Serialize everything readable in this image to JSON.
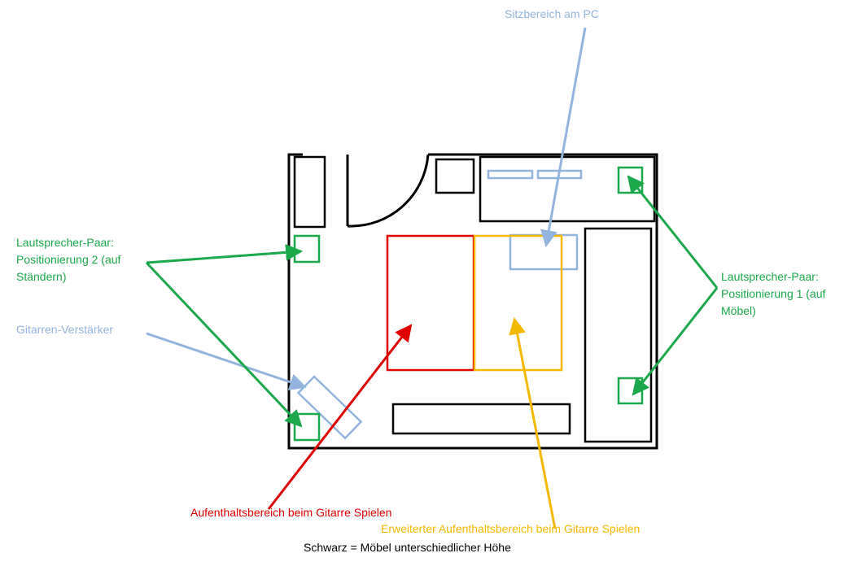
{
  "labels": {
    "sitzbereich": "Sitzbereich am PC",
    "speaker_pos2": [
      "Lautsprecher-Paar:",
      "Positionierung 2 (auf",
      "Ständern)"
    ],
    "speaker_pos1": [
      "Lautsprecher-Paar:",
      "Positionierung 1 (auf",
      "Möbel)"
    ],
    "amp": "Gitarren-Verstärker",
    "zone_red": "Aufenthaltsbereich beim Gitarre Spielen",
    "zone_yellow": "Erweiterter Aufenthaltsbereich beim Gitarre Spielen",
    "legend": "Schwarz = Möbel unterschiedlicher Höhe"
  },
  "colors": {
    "furniture": "#000000",
    "speakers": "#1aa84a",
    "blue": "#92b4de",
    "red": "#e00000",
    "yellow": "#f5b800",
    "legend_text": "#000000"
  }
}
